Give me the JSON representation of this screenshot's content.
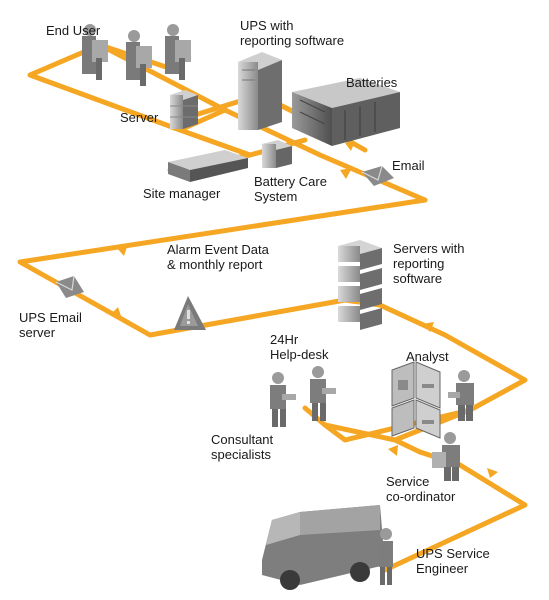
{
  "labels": {
    "end_user": "End User",
    "ups_reporting": "UPS with\nreporting software",
    "batteries": "Batteries",
    "server": "Server",
    "email": "Email",
    "battery_care": "Battery Care\nSystem",
    "site_manager": "Site manager",
    "alarm_event": "Alarm Event Data\n& monthly report",
    "servers_reporting": "Servers with\nreporting\nsoftware",
    "ups_email_server": "UPS Email\nserver",
    "helpdesk": "24Hr\nHelp-desk",
    "analyst": "Analyst",
    "consultant": "Consultant\nspecialists",
    "service_coordinator": "Service\nco-ordinator",
    "ups_service_engineer": "UPS Service\nEngineer"
  },
  "colors": {
    "flow": "#f5a623",
    "equipment_dark": "#5a5a5a",
    "equipment_light": "#bdbdbd",
    "person": "#8c8c8c",
    "text": "#1a1a1a"
  }
}
